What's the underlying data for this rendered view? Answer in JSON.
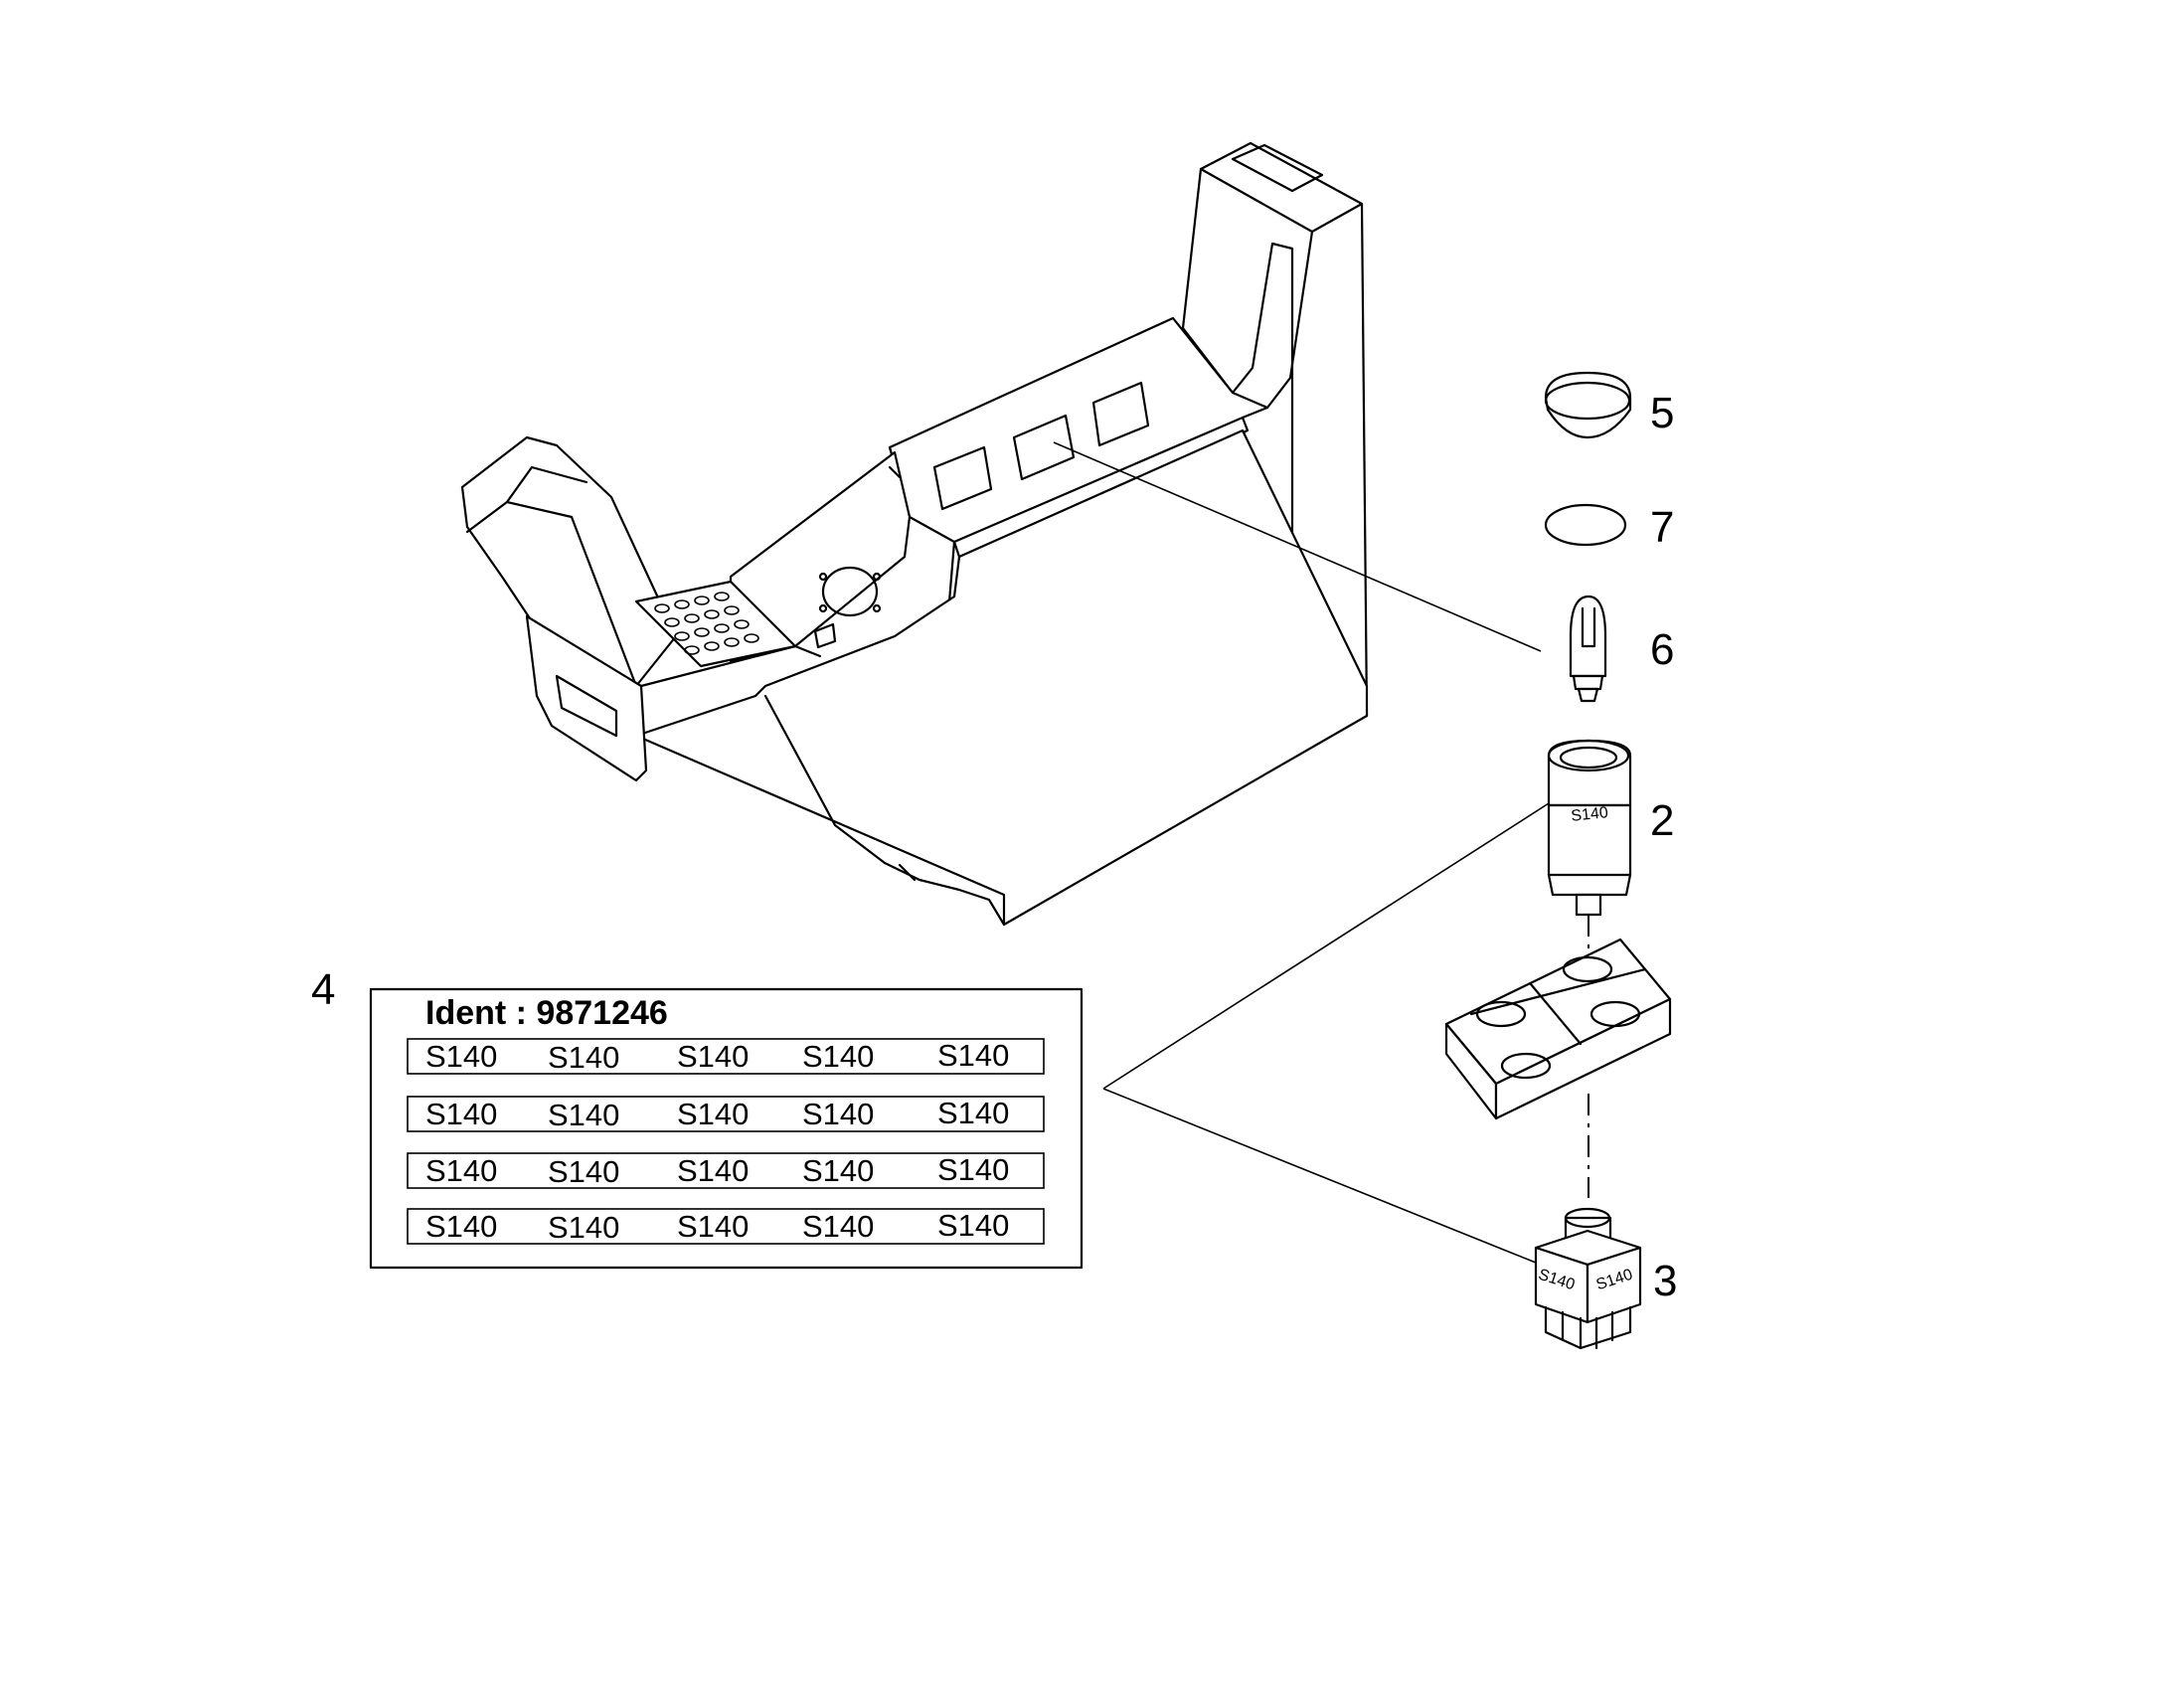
{
  "callouts": {
    "item_5": "5",
    "item_7": "7",
    "item_6": "6",
    "item_2": "2",
    "item_3": "3",
    "item_4": "4"
  },
  "label_sheet": {
    "title": "Ident : 9871246",
    "rows": [
      [
        "S140",
        "S140",
        "S140",
        "S140",
        "S140"
      ],
      [
        "S140",
        "S140",
        "S140",
        "S140",
        "S140"
      ],
      [
        "S140",
        "S140",
        "S140",
        "S140",
        "S140"
      ],
      [
        "S140",
        "S140",
        "S140",
        "S140",
        "S140"
      ]
    ]
  },
  "switch_label": "S140",
  "switch_block_labels": [
    "S140",
    "S140"
  ]
}
